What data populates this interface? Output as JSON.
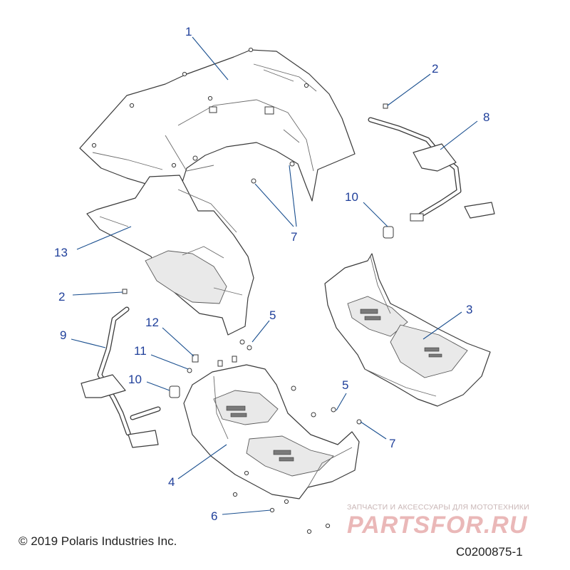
{
  "callouts": {
    "c1": "1",
    "c2a": "2",
    "c8": "8",
    "c10a": "10",
    "c7a": "7",
    "c13": "13",
    "c2b": "2",
    "c3": "3",
    "c5a": "5",
    "c12": "12",
    "c9": "9",
    "c11": "11",
    "c10b": "10",
    "c5b": "5",
    "c7b": "7",
    "c4": "4",
    "c6": "6"
  },
  "footer": {
    "copyright": "© 2019 Polaris Industries Inc.",
    "drawing_id": "C0200875-1"
  },
  "watermark": {
    "tagline": "ЗАПЧАСТИ И АКСЕССУАРЫ ДЛЯ МОТОТЕХНИКИ",
    "brand": "PARTSFOR.RU"
  }
}
